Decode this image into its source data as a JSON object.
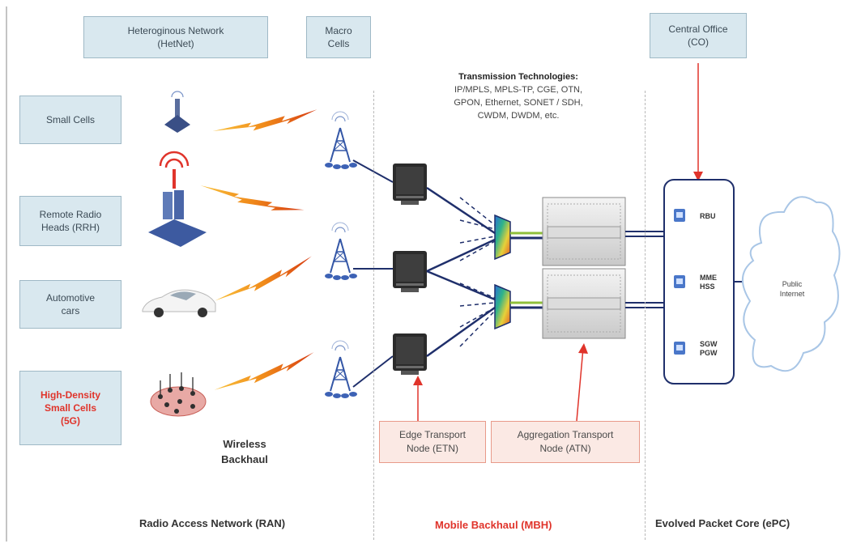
{
  "top_labels": {
    "hetnet": "Heteroginous Network\n(HetNet)",
    "macro_cells": "Macro\nCells",
    "central_office": "Central Office\n(CO)"
  },
  "left_labels": {
    "small_cells": "Small Cells",
    "rrh": "Remote Radio\nHeads (RRH)",
    "automotive": "Automotive\ncars",
    "high_density": "High-Density\nSmall Cells\n(5G)"
  },
  "transmission": {
    "heading": "Transmission Technologies:",
    "body": "IP/MPLS, MPLS-TP, CGE, OTN,\nGPON, Ethernet, SONET / SDH,\nCWDM, DWDM, etc."
  },
  "epc_items": [
    {
      "label": "RBU"
    },
    {
      "label": "MME\nHSS"
    },
    {
      "label": "SGW\nPGW"
    }
  ],
  "cloud_label": "Public\nInternet",
  "wireless_backhaul": "Wireless\nBackhaul",
  "nodes": {
    "etn": "Edge Transport\nNode (ETN)",
    "atn": "Aggregation Transport\nNode (ATN)"
  },
  "sections": {
    "ran": "Radio Access Network (RAN)",
    "mbh": "Mobile Backhaul (MBH)",
    "epc": "Evolved Packet Core (ePC)"
  },
  "colors": {
    "label_fill": "#d9e8ef",
    "accent_red": "#e0342b",
    "node_fill": "#fbe9e4",
    "link_blue": "#1f2f6b",
    "flash_orange": "#f08a1a"
  }
}
